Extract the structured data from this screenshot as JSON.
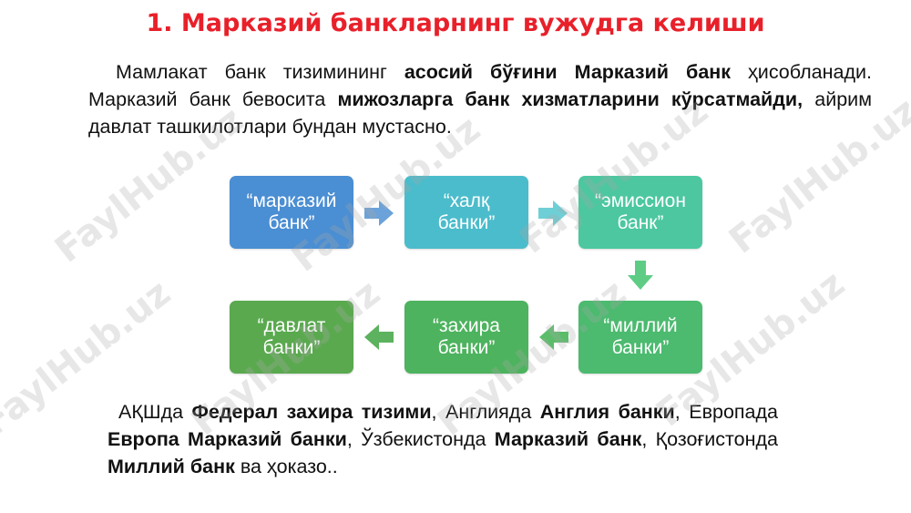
{
  "title": "1. Марказий банкларнинг вужудга келиши",
  "paragraph1": {
    "t1": "Мамлакат банк тизимининг ",
    "b1": "асосий бўғини Марказий банк",
    "t2": " ҳисобланади. Марказий банк бевосита ",
    "b2": "мижозларга банк хизматларини кўрсатмайди,",
    "t3": " айрим давлат ташкилотлари бундан мустасно."
  },
  "flow": {
    "boxes": [
      {
        "line1": "“марказий",
        "line2": "банк”"
      },
      {
        "line1": "“халқ",
        "line2": "банки”"
      },
      {
        "line1": "“эмиссион",
        "line2": "банк”"
      },
      {
        "line1": "“миллий",
        "line2": "банки”"
      },
      {
        "line1": "“захира",
        "line2": "банки”"
      },
      {
        "line1": "“давлат",
        "line2": "банки”"
      }
    ],
    "colors": {
      "box1": "#4a8ed3",
      "box2": "#4bbccb",
      "box3": "#4cc7a0",
      "box4": "#4cba6f",
      "box5": "#4db35e",
      "box6": "#5aa94f",
      "arrow1": "#6ba2d9",
      "arrow2": "#6fcfd6",
      "arrow3": "#5fcc86",
      "arrow4": "#5bbd6a",
      "arrow5": "#5cb25e"
    }
  },
  "paragraph2": {
    "t1": "АҚШда ",
    "b1": "Федерал захира тизими",
    "t2": ", Англияда ",
    "b2": "Англия банки",
    "t3": ", Европада ",
    "b3": "Европа Марказий банки",
    "t4": ", Ўзбекистонда ",
    "b4": "Марказий банк",
    "t5": ", Қозоғистонда ",
    "b5": "Миллий банк",
    "t6": " ва ҳоказо.."
  },
  "watermark": {
    "text": "FaylHub.uz",
    "color": "#aaaaaa"
  }
}
